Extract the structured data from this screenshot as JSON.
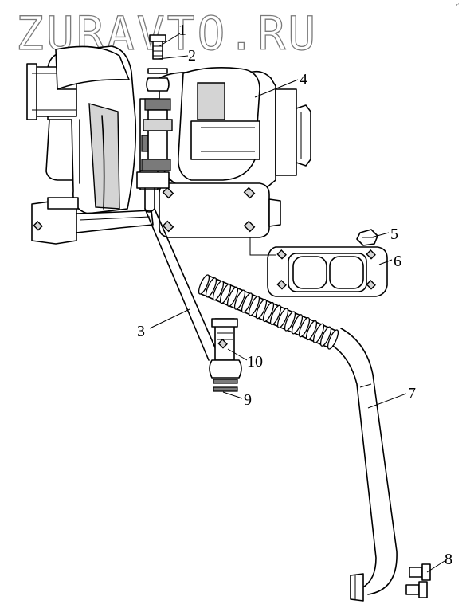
{
  "watermark": "ZURAVTO.RU",
  "corner_mark": "z'",
  "callouts": [
    {
      "id": "1",
      "label": "1"
    },
    {
      "id": "2",
      "label": "2"
    },
    {
      "id": "3",
      "label": "3"
    },
    {
      "id": "4",
      "label": "4"
    },
    {
      "id": "5",
      "label": "5"
    },
    {
      "id": "6",
      "label": "6"
    },
    {
      "id": "7",
      "label": "7"
    },
    {
      "id": "8",
      "label": "8"
    },
    {
      "id": "9",
      "label": "9"
    },
    {
      "id": "10",
      "label": "10"
    }
  ]
}
